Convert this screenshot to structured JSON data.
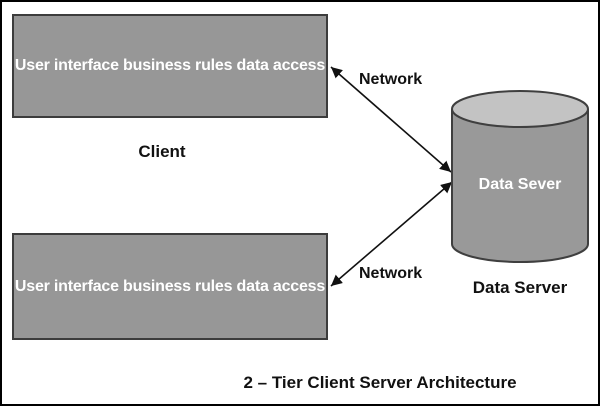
{
  "diagram_title": "2 – Tier Client Server Architecture",
  "client_boxes": [
    {
      "label": "User interface business rules data access"
    },
    {
      "label": "User interface business rules data access"
    }
  ],
  "client_caption": "Client",
  "network_labels": [
    "Network",
    "Network"
  ],
  "server": {
    "cylinder_label": "Data Sever",
    "caption": "Data Server"
  },
  "colors": {
    "frame_border": "#000000",
    "background": "#ffffff",
    "box_fill": "#979797",
    "box_border": "#3c3c3c",
    "box_text": "#ffffff",
    "cylinder_body_fill": "#999999",
    "cylinder_top_fill": "#c3c3c3",
    "cylinder_outline": "#3f3f3f",
    "arrow": "#111111",
    "label_text": "#111111"
  }
}
